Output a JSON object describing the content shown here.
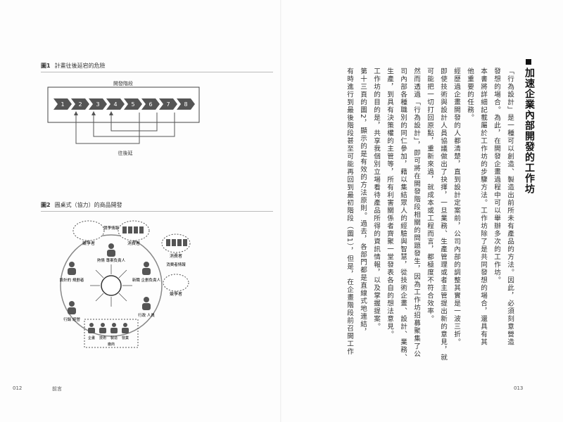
{
  "left_page": {
    "fig1": {
      "number": "圖1",
      "title": "計畫往後延宕的危險",
      "box_title": "開發階段",
      "steps": [
        "1",
        "2",
        "3",
        "4",
        "5",
        "6",
        "7",
        "8"
      ],
      "delay_label": "往後延"
    },
    "fig2": {
      "number": "圖2",
      "title": "圓桌式（協力）的商品開發",
      "labels": {
        "competitor_top": "競爭者",
        "competitor_right": "競爭者",
        "consumer_top": "消費者",
        "consumer_right": "消費者",
        "competitive_info": "競爭情報",
        "consumer_info": "消費者情報",
        "promoter": "熱情\n專案負責人",
        "designer": "設計的\n規劃者",
        "admin": "行政\n人員",
        "product_head": "新職\n企劃負責人",
        "marketing": "行銷\n經營",
        "bottom_group": [
          "企畫",
          "技術",
          "製造",
          "營業"
        ],
        "bottom_sub": "廠商"
      }
    },
    "folio_number": "012",
    "folio_section": "前言"
  },
  "right_page": {
    "heading": "加速企業內部開發的工作坊",
    "columns": [
      "「行為設計」是一種可以創造、製造出前所未有產品的方法。因此，必須刻意營造",
      "發想的場合。為此，在開發企畫過程中可以舉辦多次的工作坊。",
      "本書將詳細記載屬於工作坊的步驟方法。工作坊除了是共同發想的場合，還具有其",
      "他重要的任務。",
      "經歷過企畫開發的人都清楚，直到設計定案前，公司內部的調整其實是一波三折。",
      "即使技術與設計人員協議做出了抉擇，一旦業務、生產管理或者主管提出新的意見，就",
      "可能把一切打回原點，重新來過，就成本或工程而言，都極度不符合效率。",
      "然而透過「行為設計」，即可將在開發階段相關的問題發生，因為工作坊招募聚集了公",
      "司內部各種職別的同仁參加，藉以集結眾人的經驗與智慧，從技術企畫、設計、業務、",
      "生產，到具有決策權的主管等，所有利害關係者齊聚一堂發表各自的想法意見。",
      "工作坊的目的是，共享我個別立場看待產品所得的資訊情報，以及掌握提案。",
      "第十三頁的圖2，顯示的是有效的方法原則。過去，各部門都是直線式地連結，",
      "有時進行到最後階段甚至可能再回到最初階段（圖1），但是，在企畫階段前召開工作"
    ],
    "folio_number": "013"
  }
}
